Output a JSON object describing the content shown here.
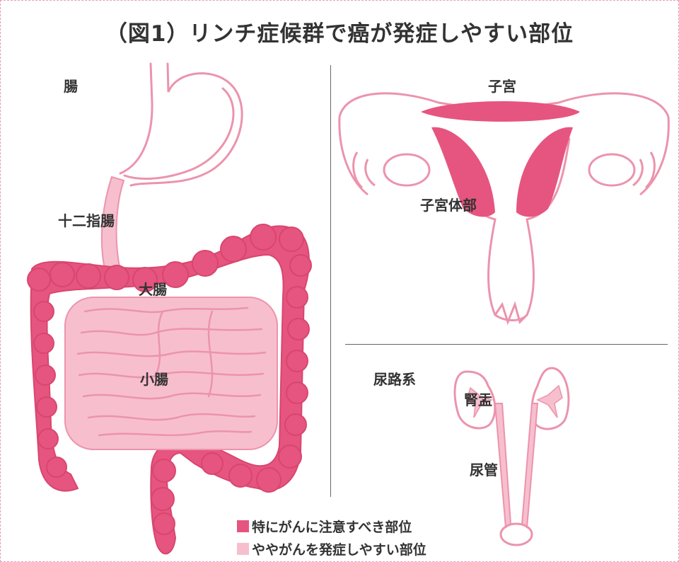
{
  "title": "（図1）リンチ症候群で癌が発症しやすい部位",
  "sections": {
    "intestine": {
      "heading": "腸",
      "labels": {
        "duodenum": "十二指腸",
        "large_intestine": "大腸",
        "small_intestine": "小腸"
      }
    },
    "uterus": {
      "heading": "子宮",
      "labels": {
        "uterine_body": "子宮体部"
      }
    },
    "urinary": {
      "heading": "尿路系",
      "labels": {
        "renal_pelvis": "腎盂",
        "ureter": "尿管"
      }
    }
  },
  "legend": [
    {
      "color": "#e6557f",
      "text": "特にがんに注意すべき部位"
    },
    {
      "color": "#f7bfcd",
      "text": "ややがんを発症しやすい部位"
    }
  ],
  "colors": {
    "high_risk": "#e6557f",
    "moderate_risk": "#f7bfcd",
    "outline": "#ec93ad",
    "border": "#e89bbd"
  }
}
